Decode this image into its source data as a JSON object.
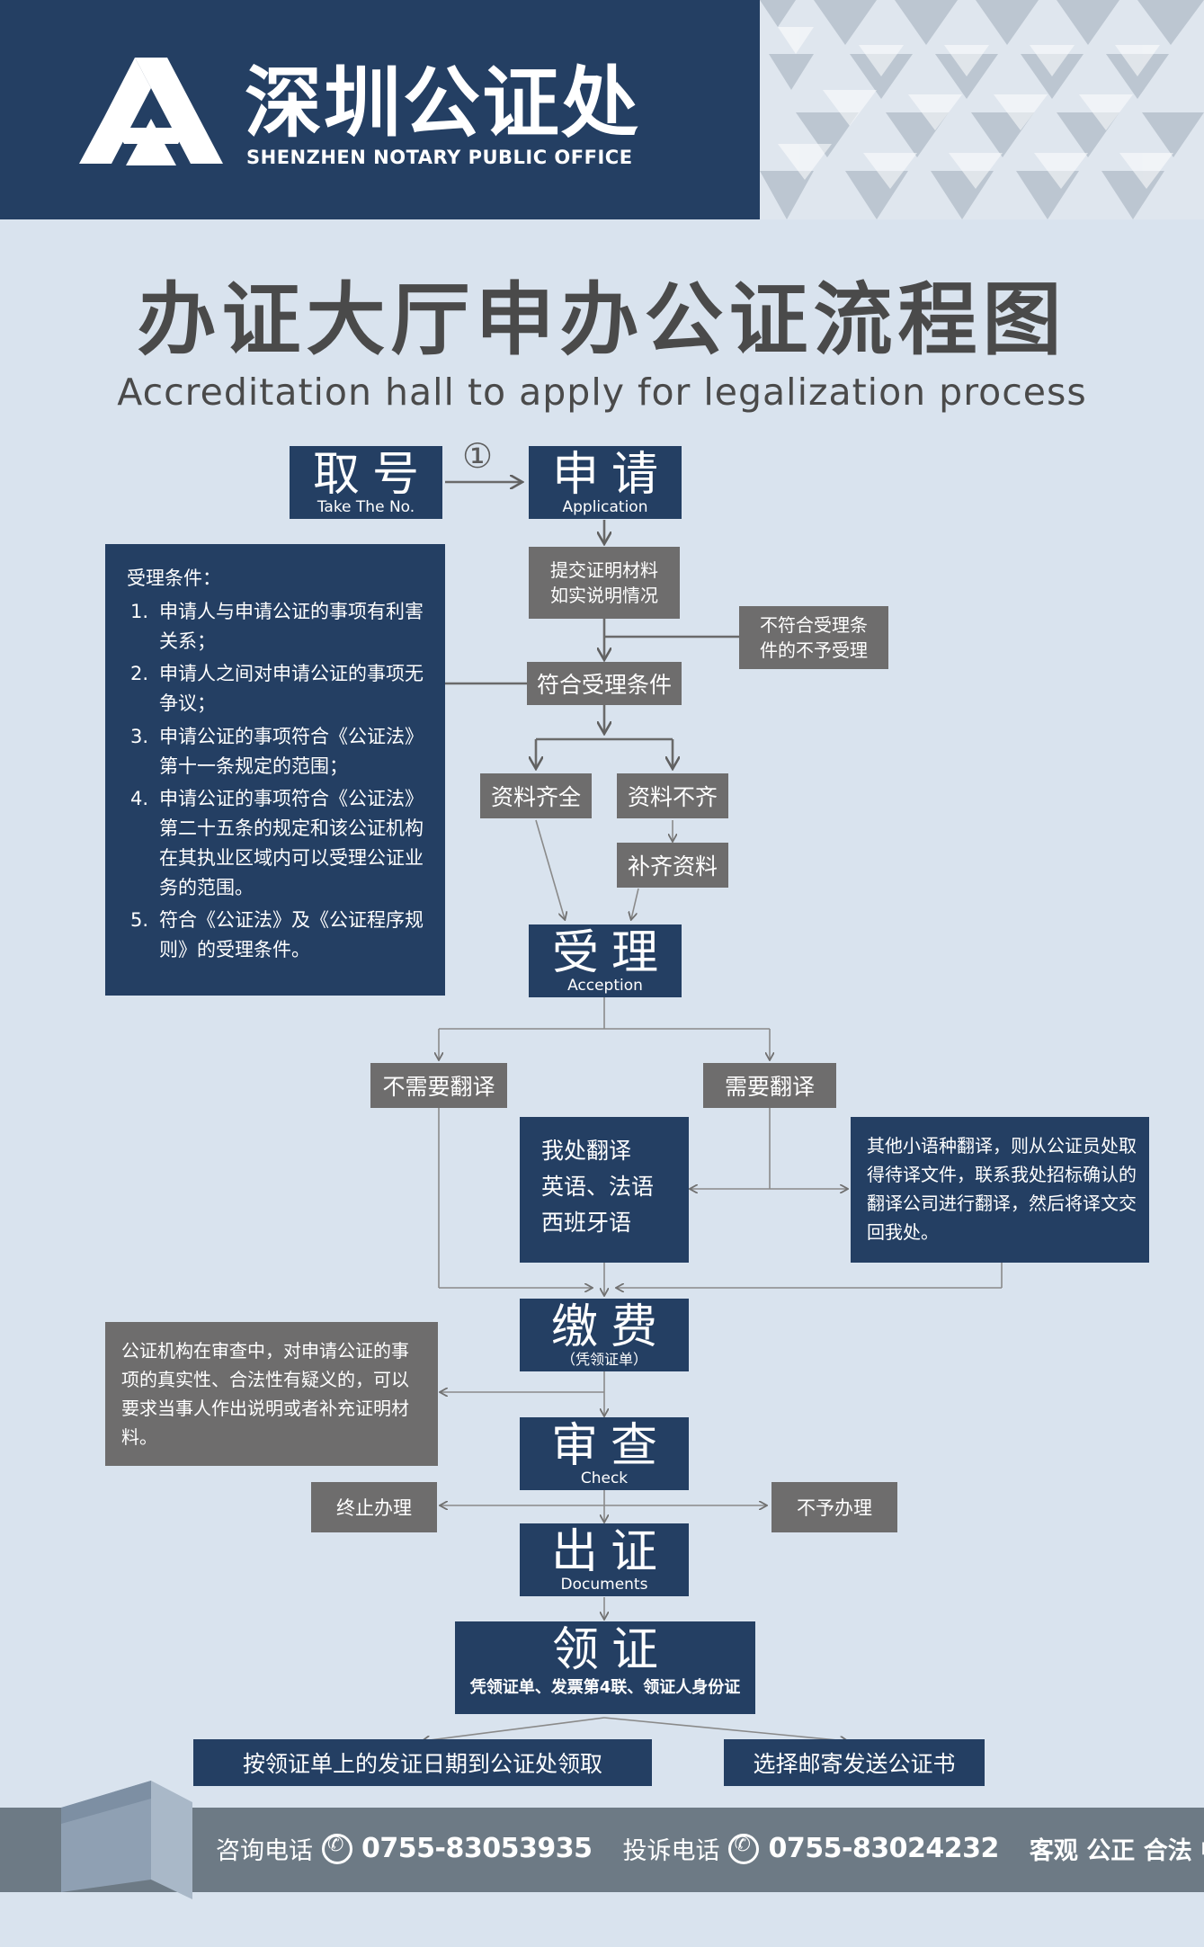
{
  "header": {
    "brand_cn": "深圳公证处",
    "brand_en": "SHENZHEN NOTARY PUBLIC OFFICE"
  },
  "title": {
    "cn": "办证大厅申办公证流程图",
    "en": "Accreditation hall to apply for legalization process"
  },
  "flow": {
    "take_no": {
      "cn": "取号",
      "en": "Take The No."
    },
    "marker": "①",
    "application": {
      "cn": "申请",
      "en": "Application"
    },
    "submit": [
      "提交证明材料",
      "如实说明情况"
    ],
    "not_meet": [
      "不符合受理条",
      "件的不予受理"
    ],
    "meets": "符合受理条件",
    "conditions": {
      "heading": "受理条件：",
      "items": [
        {
          "num": "1.",
          "text": "申请人与申请公证的事项有利害关系；"
        },
        {
          "num": "2.",
          "text": "申请人之间对申请公证的事项无争议；"
        },
        {
          "num": "3.",
          "text": "申请公证的事项符合《公证法》第十一条规定的范围；"
        },
        {
          "num": "4.",
          "text": "申请公证的事项符合《公证法》第二十五条的规定和该公证机构在其执业区域内可以受理公证业务的范围。"
        },
        {
          "num": "5.",
          "text": "符合《公证法》及《公证程序规则》的受理条件。"
        }
      ]
    },
    "complete": "资料齐全",
    "incomplete": "资料不齐",
    "supplement": "补齐资料",
    "acceptance": {
      "cn": "受理",
      "en": "Acception"
    },
    "no_translation": "不需要翻译",
    "need_translation": "需要翻译",
    "our_translation": [
      "我处翻译",
      "英语、法语",
      "西班牙语"
    ],
    "other_translation": "其他小语种翻译，则从公证员处取得待译文件，联系我处招标确认的翻译公司进行翻译，然后将译文交回我处。",
    "payment": {
      "cn": "缴费",
      "en": "（凭领证单）"
    },
    "review_note": "公证机构在审查中，对申请公证的事项的真实性、合法性有疑义的，可以要求当事人作出说明或者补充证明材料。",
    "check": {
      "cn": "审查",
      "en": "Check"
    },
    "terminate": "终止办理",
    "refuse": "不予办理",
    "issue": {
      "cn": "出证",
      "en": "Documents"
    },
    "collect": {
      "cn": "领证",
      "en": "凭领证单、发票第4联、领证人身份证"
    },
    "collect_onsite": "按领证单上的发证日期到公证处领取",
    "collect_mail": "选择邮寄发送公证书"
  },
  "footer": {
    "consult_label": "咨询电话",
    "consult_number": "0755-83053935",
    "complaint_label": "投诉电话",
    "complaint_number": "0755-83024232",
    "motto": "客观  公正  合法  中立"
  },
  "colors": {
    "navy": "#243f63",
    "gray": "#6e6d6d",
    "background": "#d9e3ee",
    "footer": "#6d7a85"
  }
}
